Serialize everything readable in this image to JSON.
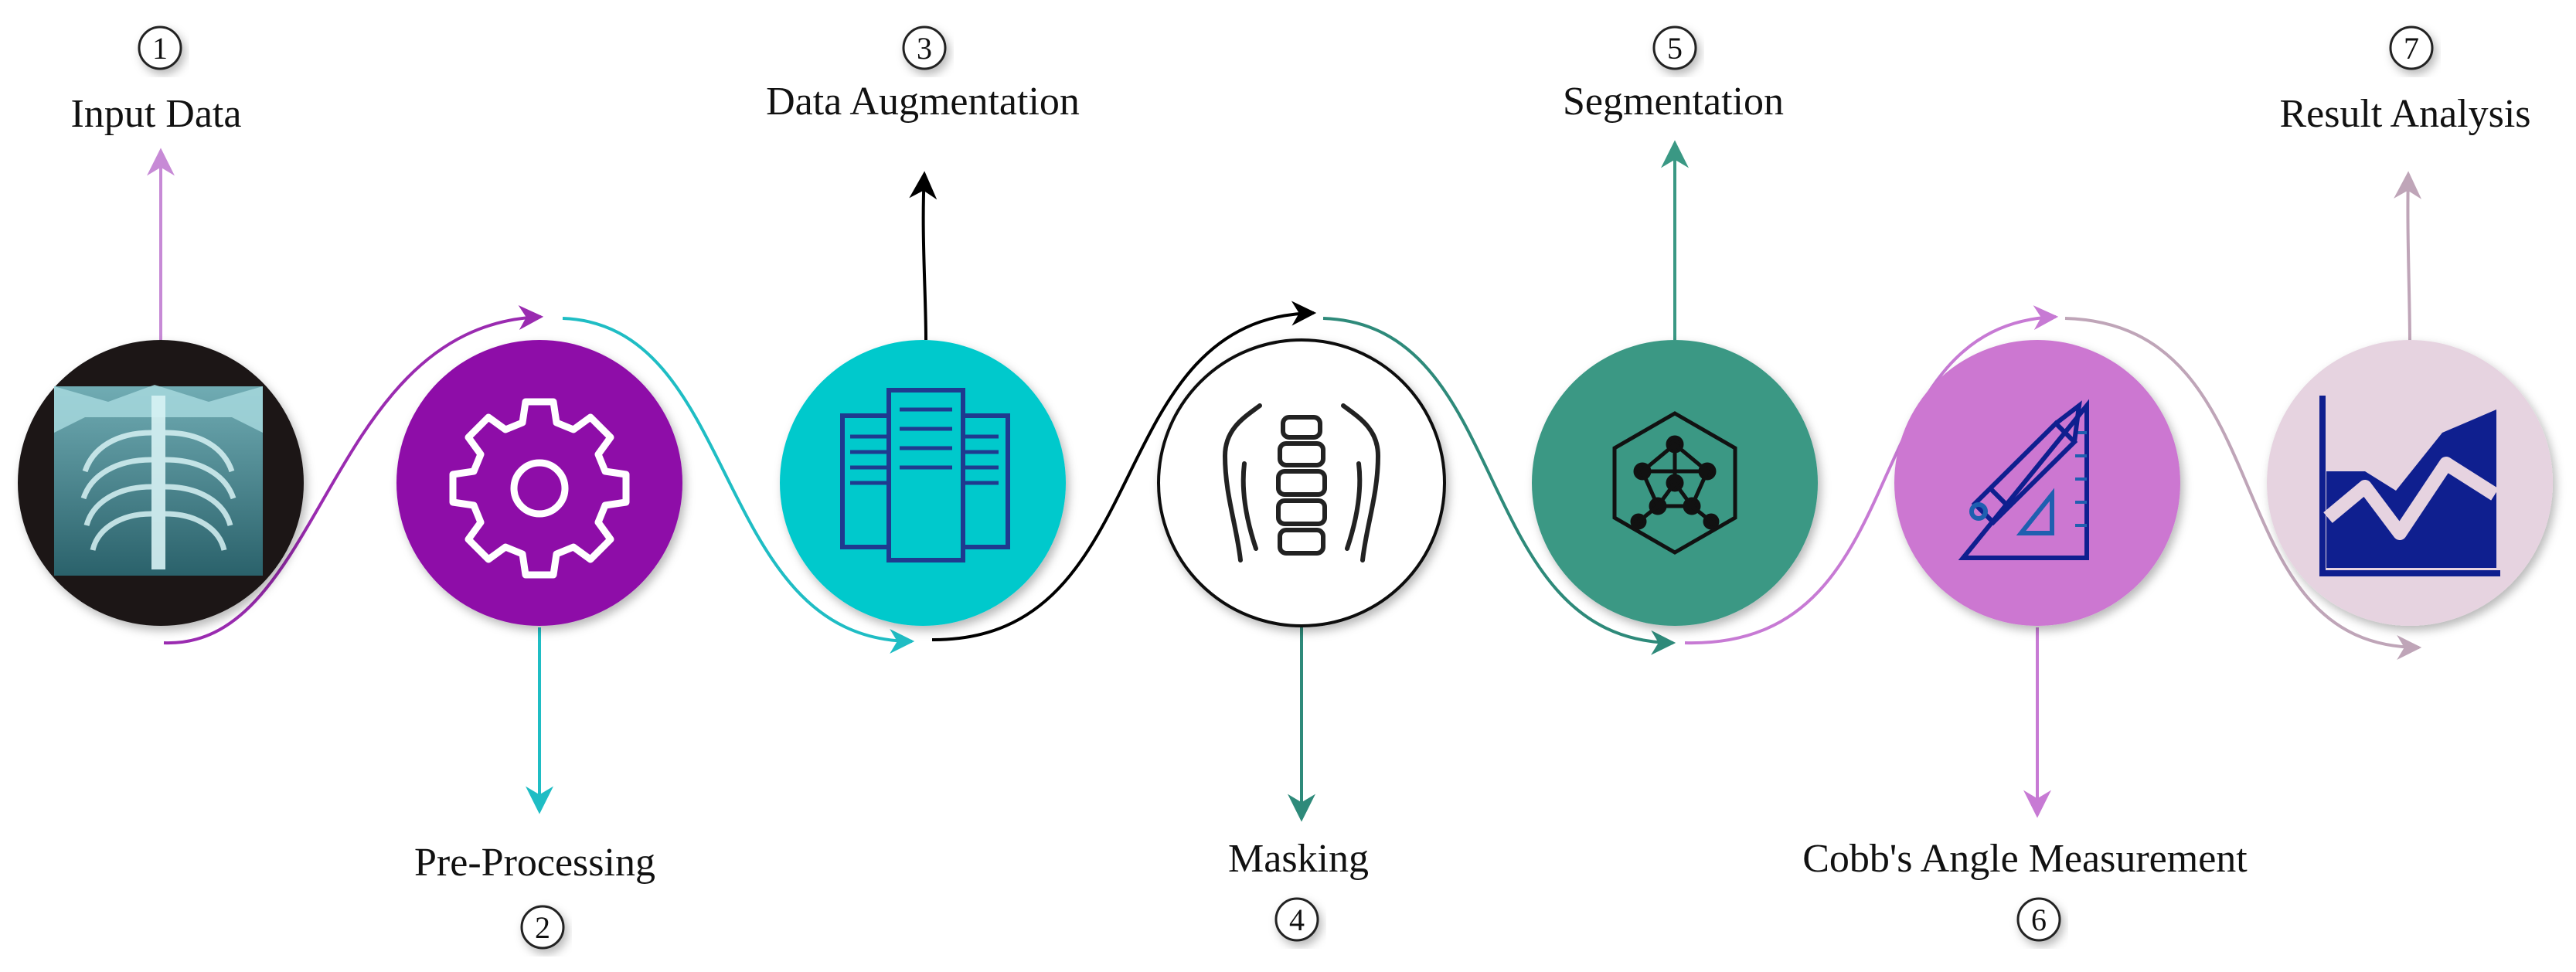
{
  "steps": [
    {
      "number": "1",
      "label": "Input Data",
      "icon": "chest-xray-icon",
      "color": "#1a1516",
      "arrow_color": "#c78ad6"
    },
    {
      "number": "2",
      "label": "Pre-Processing",
      "icon": "gear-icon",
      "color": "#8e0aa8",
      "arrow_color": "#1fbdc4"
    },
    {
      "number": "3",
      "label": "Data Augmentation",
      "icon": "documents-icon",
      "color": "#00c9cc",
      "arrow_color": "#000000"
    },
    {
      "number": "4",
      "label": "Masking",
      "icon": "spine-torso-icon",
      "color": "#ffffff",
      "arrow_color": "#2e8a7a"
    },
    {
      "number": "5",
      "label": "Segmentation",
      "icon": "network-hexagon-icon",
      "color": "#3a9884",
      "arrow_color": "#3a9884"
    },
    {
      "number": "6",
      "label": "Cobb's Angle Measurement",
      "icon": "pencil-ruler-icon",
      "color": "#cc77d1",
      "arrow_color": "#c77ad4"
    },
    {
      "number": "7",
      "label": "Result Analysis",
      "icon": "area-chart-icon",
      "color": "#e6d3e0",
      "arrow_color": "#bfa5b8"
    }
  ],
  "colors": {
    "icon_dark_blue": "#0f1f8f",
    "icon_line": "#1f3a8f"
  }
}
